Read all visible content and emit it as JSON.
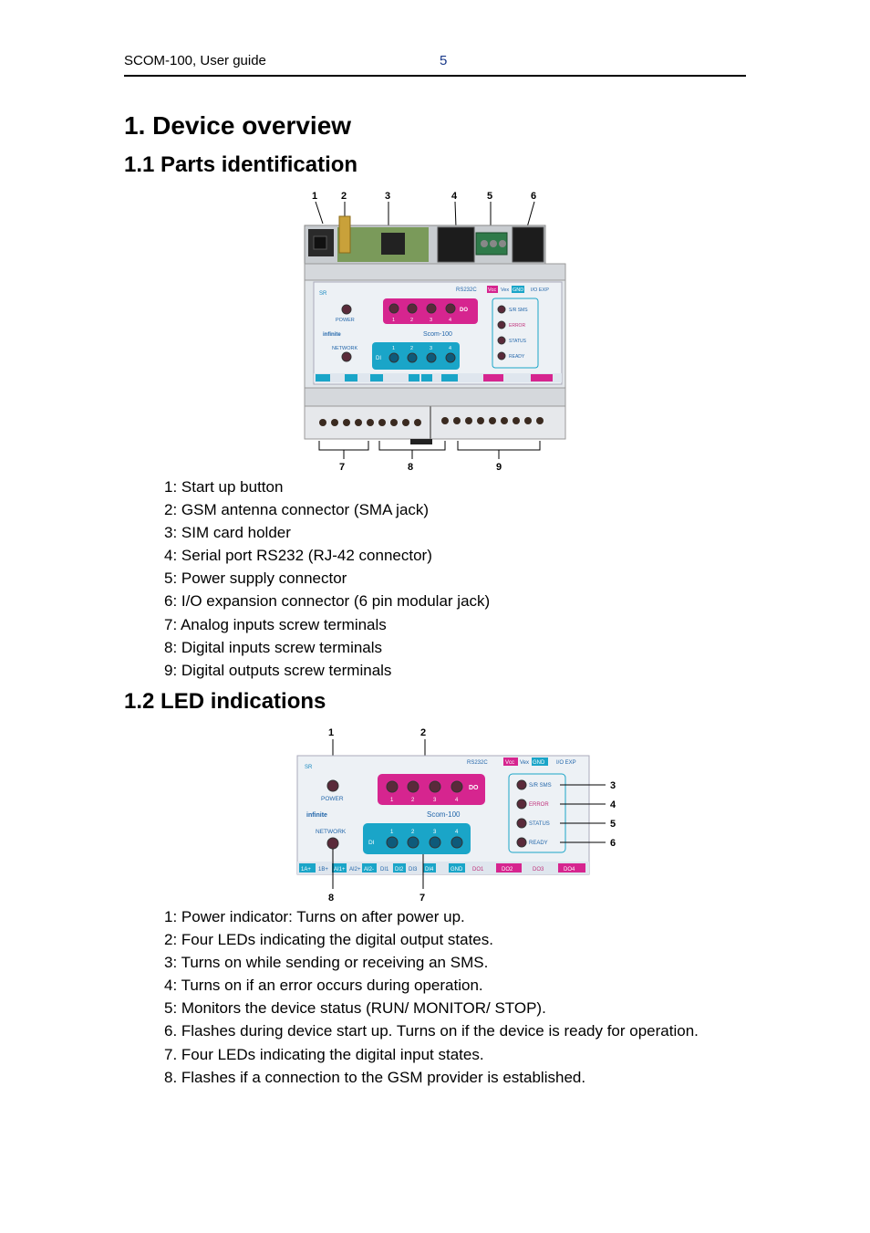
{
  "header": {
    "title": "SCOM-100, User guide",
    "page_number": "5"
  },
  "section": {
    "title": "1. Device overview"
  },
  "parts": {
    "title": "1.1 Parts identification",
    "callouts": [
      "1",
      "2",
      "3",
      "4",
      "5",
      "6",
      "7",
      "8",
      "9"
    ],
    "items": [
      "1: Start up button",
      "2: GSM antenna connector (SMA jack)",
      "3: SIM card holder",
      "4: Serial port RS232 (RJ-42 connector)",
      "5: Power supply connector",
      "6: I/O expansion connector (6 pin modular jack)",
      "7: Analog inputs screw terminals",
      "8: Digital inputs screw terminals",
      "9: Digital outputs screw terminals"
    ]
  },
  "leds": {
    "title": "1.2 LED indications",
    "callouts": [
      "1",
      "2",
      "3",
      "4",
      "5",
      "6",
      "7",
      "8"
    ],
    "items": [
      "1: Power indicator: Turns on after power up.",
      "2:  Four LEDs indicating the digital output states.",
      "3: Turns on while sending or receiving an SMS.",
      "4: Turns on if an error occurs during operation.",
      "5: Monitors the device status (RUN/ MONITOR/ STOP).",
      "6. Flashes during device start up. Turns on if the device is ready for operation.",
      "7. Four LEDs indicating the digital input states.",
      "8. Flashes if a connection to the GSM provider is established."
    ]
  },
  "device_labels": {
    "power": "POWER",
    "network": "NETWORK",
    "brand": "infinite",
    "model": "Scom-100",
    "rs232": "RS232C",
    "io_exp": "I/O EXP",
    "vcc": "Vcc",
    "vex": "Vex",
    "gnd": "GND",
    "do": "DO",
    "di": "DI",
    "sr": "SR",
    "status_leds": [
      "S/R SMS",
      "ERROR",
      "STATUS",
      "READY"
    ],
    "numbers": [
      "1",
      "2",
      "3",
      "4"
    ],
    "bottom_left": [
      "1A+",
      "1B+",
      "AI1+",
      "AI2+",
      "AI2-",
      "DI1",
      "DI2",
      "DI3",
      "DI4"
    ],
    "bottom_right": [
      "GND",
      "DO1",
      "DO2",
      "DO3",
      "DO4"
    ]
  },
  "colors": {
    "magenta": "#d6258f",
    "cyan": "#1aa5c8",
    "panel": "#e9eef3",
    "housing": "#d9dce0"
  }
}
